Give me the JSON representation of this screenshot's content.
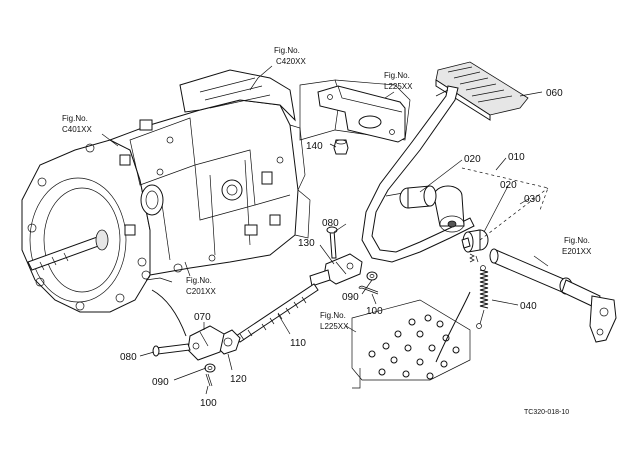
{
  "figure_refs": [
    {
      "id": "c420",
      "line1": "Fig.No.",
      "line2": "C420XX"
    },
    {
      "id": "l225_top",
      "line1": "Fig.No.",
      "line2": "L225XX"
    },
    {
      "id": "c401",
      "line1": "Fig.No.",
      "line2": "C401XX"
    },
    {
      "id": "c201",
      "line1": "Fig.No.",
      "line2": "C201XX"
    },
    {
      "id": "e201",
      "line1": "Fig.No.",
      "line2": "E201XX"
    },
    {
      "id": "l225_bottom",
      "line1": "Fig.No.",
      "line2": "L225XX"
    }
  ],
  "part_labels": {
    "p060": "060",
    "p140": "140",
    "p020a": "020",
    "p010": "010",
    "p020b": "020",
    "p030": "030",
    "p080a": "080",
    "p130": "130",
    "p090a": "090",
    "p100a": "100",
    "p040": "040",
    "p110": "110",
    "p070": "070",
    "p080b": "080",
    "p090b": "090",
    "p120": "120",
    "p100b": "100"
  },
  "drawing_ref": "TC320-018-10"
}
